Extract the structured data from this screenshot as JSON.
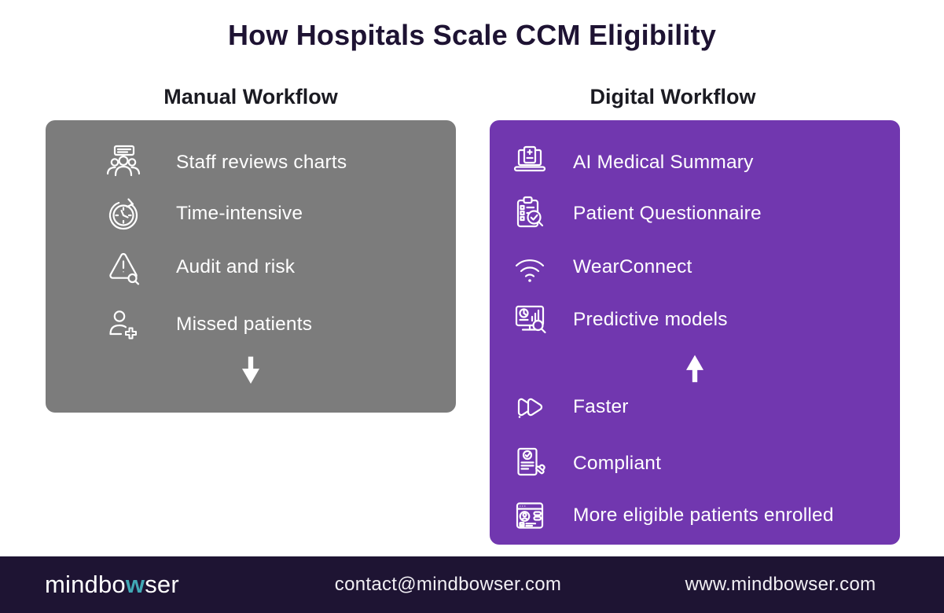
{
  "title": "How Hospitals Scale CCM Eligibility",
  "colors": {
    "panel_gray": "#7C7C7C",
    "panel_purple": "#7137AF",
    "footer_bg": "#1E1433",
    "ink": "#1E1333",
    "header_ink": "#1B1B22",
    "teal": "#41A8B5",
    "text_on_panel": "#FFFFFF"
  },
  "manual": {
    "header": "Manual Workflow",
    "items": [
      {
        "icon": "staff-group-icon",
        "label": "Staff reviews charts"
      },
      {
        "icon": "clock-refresh-icon",
        "label": "Time-intensive"
      },
      {
        "icon": "warning-magnifier-icon",
        "label": "Audit and risk"
      },
      {
        "icon": "add-patient-icon",
        "label": "Missed patients"
      }
    ],
    "arrow": "down-arrow-icon"
  },
  "digital": {
    "header": "Digital Workflow",
    "items_top": [
      {
        "icon": "laptop-medical-icon",
        "label": "AI Medical Summary"
      },
      {
        "icon": "questionnaire-magnifier-icon",
        "label": "Patient Questionnaire"
      },
      {
        "icon": "wifi-icon",
        "label": "WearConnect"
      },
      {
        "icon": "analytics-monitor-icon",
        "label": "Predictive models"
      }
    ],
    "arrow": "up-arrow-icon",
    "items_bottom": [
      {
        "icon": "fast-forward-icon",
        "label": "Faster"
      },
      {
        "icon": "stamped-document-icon",
        "label": "Compliant"
      },
      {
        "icon": "patient-record-icon",
        "label": "More eligible patients enrolled"
      }
    ]
  },
  "footer": {
    "logo": {
      "part1": "mindbo",
      "accent": "w",
      "part2": "ser"
    },
    "email": "contact@mindbowser.com",
    "website": "www.mindbowser.com"
  }
}
